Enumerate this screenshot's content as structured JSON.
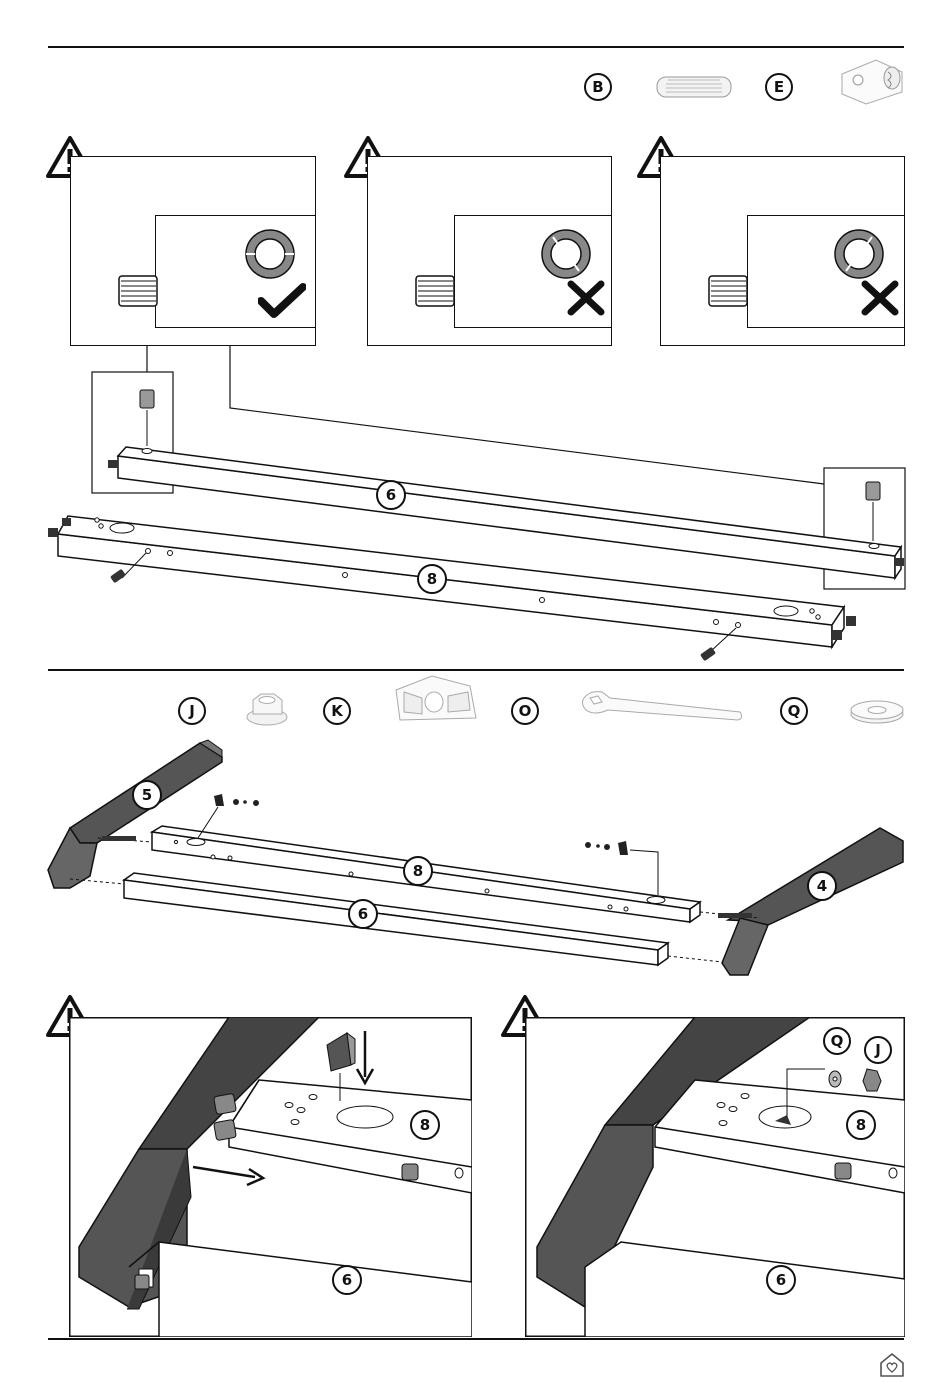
{
  "section1": {
    "parts": [
      {
        "letter": "B",
        "icon": "dowel-icon"
      },
      {
        "letter": "E",
        "icon": "cross-dowel-nut-icon"
      }
    ],
    "warnings": [
      {
        "result": "check-icon"
      },
      {
        "result": "cross-icon"
      },
      {
        "result": "cross-icon"
      }
    ],
    "beams": {
      "top": "6",
      "bottom": "8"
    }
  },
  "section2": {
    "parts": [
      {
        "letter": "J",
        "icon": "flange-nut-icon"
      },
      {
        "letter": "K",
        "icon": "wedge-bracket-icon"
      },
      {
        "letter": "O",
        "icon": "wrench-icon"
      },
      {
        "letter": "Q",
        "icon": "washer-icon"
      }
    ],
    "labels": {
      "leg_left": "5",
      "leg_right": "4",
      "beam_mid": "8",
      "beam_low": "6"
    }
  },
  "section3": {
    "left": {
      "upper": "8",
      "lower": "6"
    },
    "right": {
      "upper": "8",
      "lower": "6",
      "part_q": "Q",
      "part_j": "J"
    }
  },
  "footer": {
    "icon": "home-heart-icon"
  }
}
